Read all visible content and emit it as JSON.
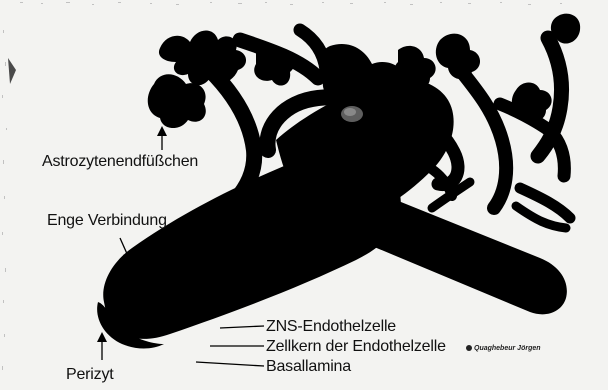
{
  "labels": {
    "astrocyte_endfeet": "Astrozytenendfüßchen",
    "tight_junction": "Enge Verbindung",
    "pericyte": "Perizyt",
    "cns_endothelial_cell": "ZNS-Endothelzelle",
    "endothelial_nucleus": "Zellkern der Endothelzelle",
    "basal_lamina": "Basallamina"
  },
  "credit": "Quaghebeur Jörgen",
  "colors": {
    "background": "#f3f3f1",
    "silhouette": "#000000",
    "nucleus_highlight": "#6e6e6e",
    "text": "#111111"
  }
}
